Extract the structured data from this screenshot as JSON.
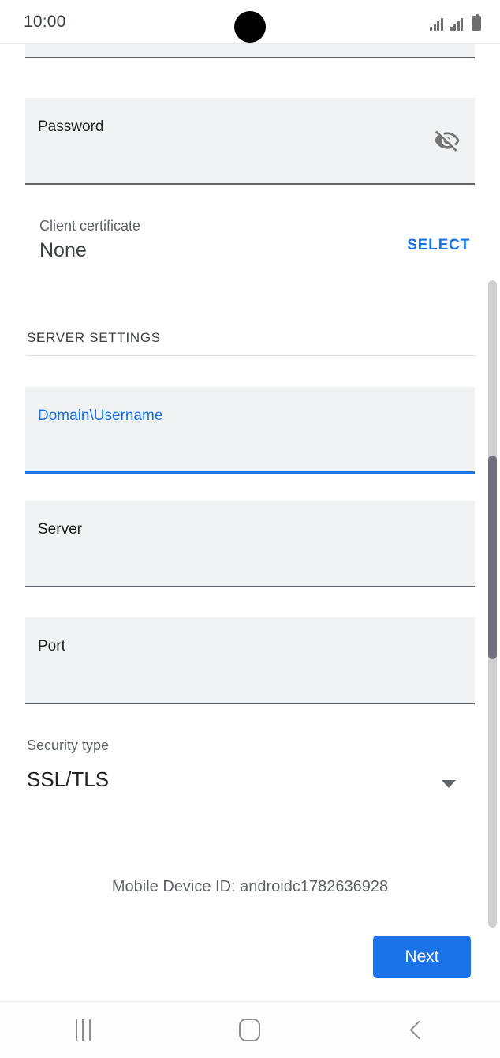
{
  "status_bar": {
    "time": "10:00",
    "icons": [
      "signal-icon",
      "signal-icon",
      "battery-icon"
    ]
  },
  "form": {
    "password_field": {
      "label": "Password",
      "value": "",
      "trailing_icon": "eye-off-icon",
      "focused": false
    },
    "client_certificate": {
      "label": "Client certificate",
      "value": "None",
      "action_label": "SELECT"
    },
    "section_header": "SERVER SETTINGS",
    "username_field": {
      "label": "Domain\\Username",
      "value": "",
      "focused": true
    },
    "server_field": {
      "label": "Server",
      "value": "",
      "focused": false
    },
    "port_field": {
      "label": "Port",
      "value": "",
      "focused": false
    },
    "security_type": {
      "label": "Security type",
      "value": "SSL/TLS",
      "options": [
        "SSL/TLS"
      ],
      "arrow_icon": "chevron-down-icon"
    },
    "device_id": "Mobile Device ID: androidc1782636928",
    "next_button": "Next"
  },
  "nav_bar": {
    "recents": "recents-icon",
    "home": "home-icon",
    "back": "back-icon"
  },
  "colors": {
    "accent": "#1a73e8",
    "field_background": "#f1f2f3",
    "field_underline": "#5f6368",
    "text_primary": "#202124",
    "text_secondary": "#5f6368",
    "scrollbar_thumb": "#6f7080"
  }
}
